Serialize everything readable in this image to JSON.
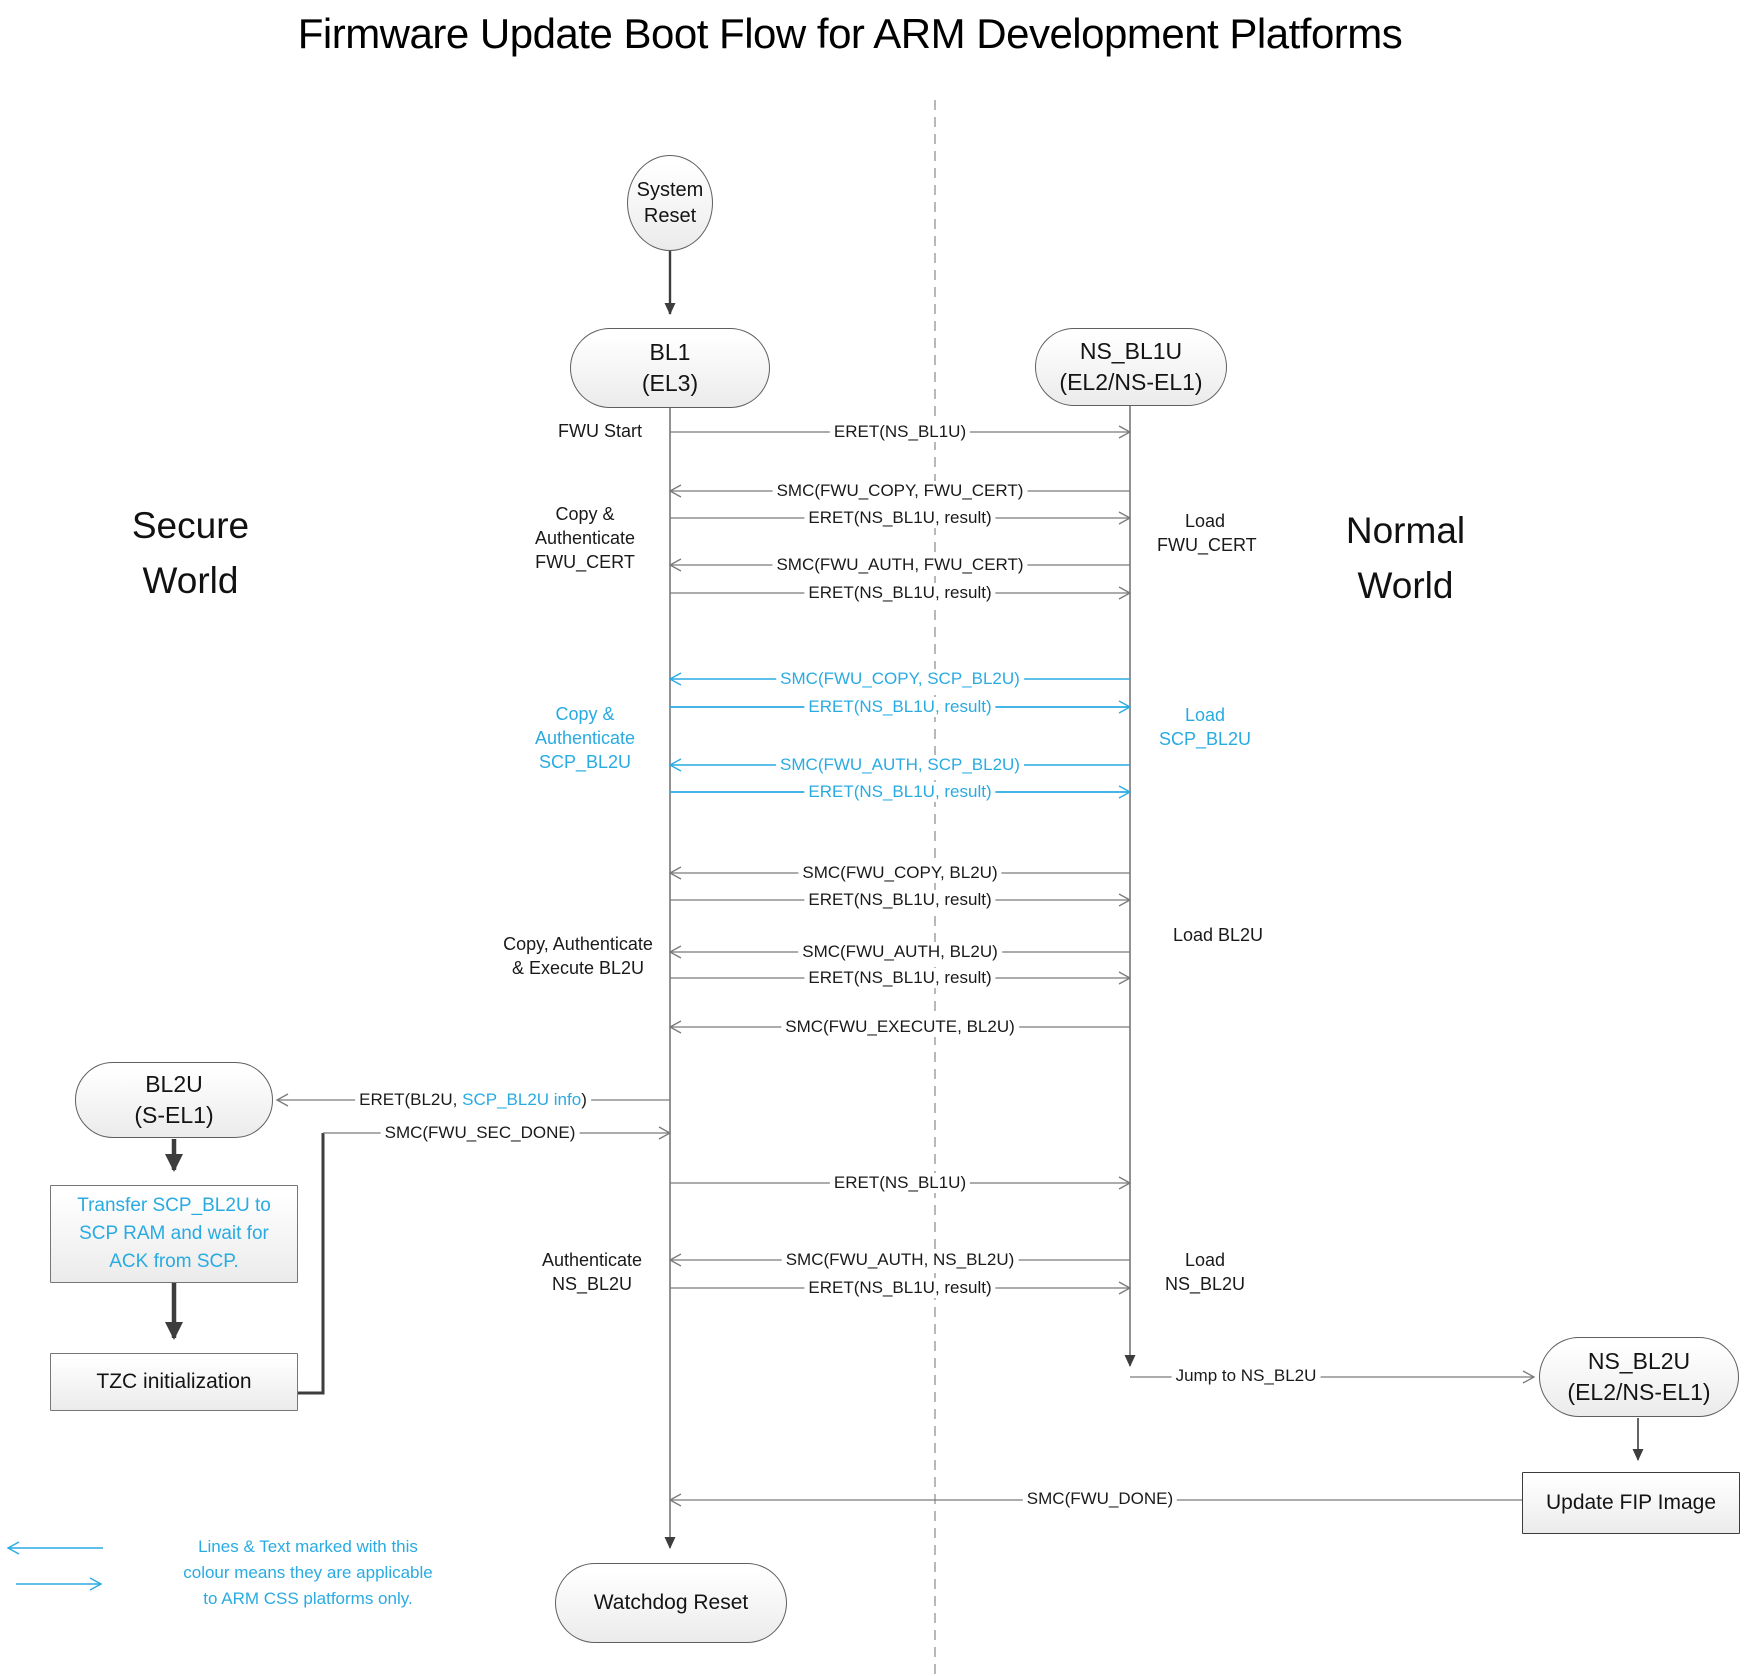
{
  "title": "Firmware Update Boot Flow for ARM Development Platforms",
  "worlds": {
    "secure": "Secure World",
    "normal": "Normal World"
  },
  "nodes": {
    "system_reset": "System Reset",
    "bl1": {
      "name": "BL1",
      "level": "(EL3)"
    },
    "ns_bl1u": {
      "name": "NS_BL1U",
      "level": "(EL2/NS-EL1)"
    },
    "bl2u": {
      "name": "BL2U",
      "level": "(S-EL1)"
    },
    "transfer_scp": "Transfer SCP_BL2U to SCP RAM and wait for ACK from SCP.",
    "tzc": "TZC initialization",
    "ns_bl2u": {
      "name": "NS_BL2U",
      "level": "(EL2/NS-EL1)"
    },
    "update_fip": "Update FIP Image",
    "watchdog": "Watchdog Reset"
  },
  "side_labels": {
    "fwu_start": "FWU Start",
    "copy_auth_fwu_cert": "Copy & Authenticate FWU_CERT",
    "copy_auth_scp_bl2u": "Copy & Authenticate SCP_BL2U",
    "copy_auth_exec_bl2u": "Copy, Authenticate & Execute BL2U",
    "auth_ns_bl2u": "Authenticate NS_BL2U",
    "load_fwu_cert": "Load FWU_CERT",
    "load_scp_bl2u": "Load SCP_BL2U",
    "load_bl2u": "Load BL2U",
    "load_ns_bl2u": "Load NS_BL2U"
  },
  "messages": {
    "eret_ns_bl1u_1": "ERET(NS_BL1U)",
    "smc_fwu_copy_fwu_cert": "SMC(FWU_COPY, FWU_CERT)",
    "eret_result_1": "ERET(NS_BL1U, result)",
    "smc_fwu_auth_fwu_cert": "SMC(FWU_AUTH, FWU_CERT)",
    "eret_result_2": "ERET(NS_BL1U, result)",
    "smc_fwu_copy_scp_bl2u": "SMC(FWU_COPY, SCP_BL2U)",
    "eret_result_3": "ERET(NS_BL1U, result)",
    "smc_fwu_auth_scp_bl2u": "SMC(FWU_AUTH, SCP_BL2U)",
    "eret_result_4": "ERET(NS_BL1U, result)",
    "smc_fwu_copy_bl2u": "SMC(FWU_COPY, BL2U)",
    "eret_result_5": "ERET(NS_BL1U, result)",
    "smc_fwu_auth_bl2u": "SMC(FWU_AUTH, BL2U)",
    "eret_result_6": "ERET(NS_BL1U, result)",
    "smc_fwu_execute_bl2u": "SMC(FWU_EXECUTE, BL2U)",
    "eret_bl2u_pre": "ERET(BL2U, ",
    "eret_bl2u_accent": "SCP_BL2U info",
    "eret_bl2u_post": ")",
    "smc_fwu_sec_done": "SMC(FWU_SEC_DONE)",
    "eret_ns_bl1u_2": "ERET(NS_BL1U)",
    "smc_fwu_auth_ns_bl2u": "SMC(FWU_AUTH, NS_BL2U)",
    "eret_result_7": "ERET(NS_BL1U, result)",
    "jump_ns_bl2u": "Jump to NS_BL2U",
    "smc_fwu_done": "SMC(FWU_DONE)"
  },
  "legend": "Lines & Text marked with this colour means they are applicable to ARM CSS platforms only.",
  "colors": {
    "css_platform_accent": "#29ABE2",
    "message_line": "#7a7a7a",
    "flow_arrow": "#3d3d3d",
    "divider": "#9a9a9a"
  }
}
